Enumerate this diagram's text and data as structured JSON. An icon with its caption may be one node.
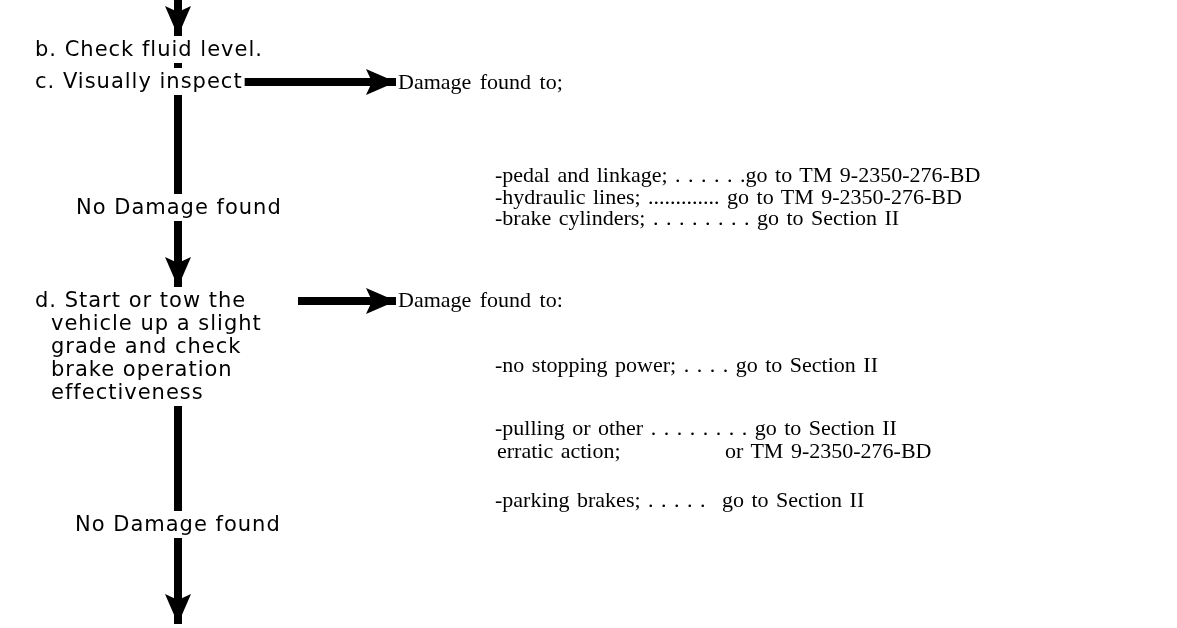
{
  "diagram": {
    "nodes": [
      {
        "text": [
          "b. Check fluid level."
        ]
      },
      {
        "text": [
          "c. Visually inspect"
        ]
      },
      {
        "text": [
          "No Damage found"
        ]
      },
      {
        "text": [
          "d. Start or tow the vehicle up a slight grade and check brake operation effectiveness"
        ]
      },
      {
        "text": [
          "No Damage found"
        ]
      },
      {
        "text": [
          "Damage found to;"
        ]
      },
      {
        "text": [
          "Damage found to:"
        ]
      }
    ],
    "edges": [
      {
        "from": null,
        "to": 0,
        "arrow": "to"
      },
      {
        "from": 0,
        "to": 1,
        "arrow": "none"
      },
      {
        "from": 1,
        "to": 2,
        "arrow": "none"
      },
      {
        "from": 2,
        "to": 3,
        "arrow": "to"
      },
      {
        "from": 1,
        "to": 5,
        "arrow": "to"
      },
      {
        "from": 3,
        "to": 6,
        "arrow": "to"
      },
      {
        "from": 3,
        "to": 4,
        "arrow": "none"
      },
      {
        "from": 4,
        "to": null,
        "arrow": "to"
      }
    ],
    "labels": [
      "-pedal and linkage; . . . . . .go to TM 9-2350-276-BD",
      "-hydraulic lines; ............. go to TM 9-2350-276-BD",
      "-brake cylinders; . . . . . . . . go to Section II",
      "-no stopping power; . . . . go to Section II",
      "-pulling or other . . . . . . . . go to Section II",
      "erratic action;",
      "or TM 9-2350-276-BD",
      "-parking brakes; . . . . .",
      "go to Section II"
    ]
  }
}
